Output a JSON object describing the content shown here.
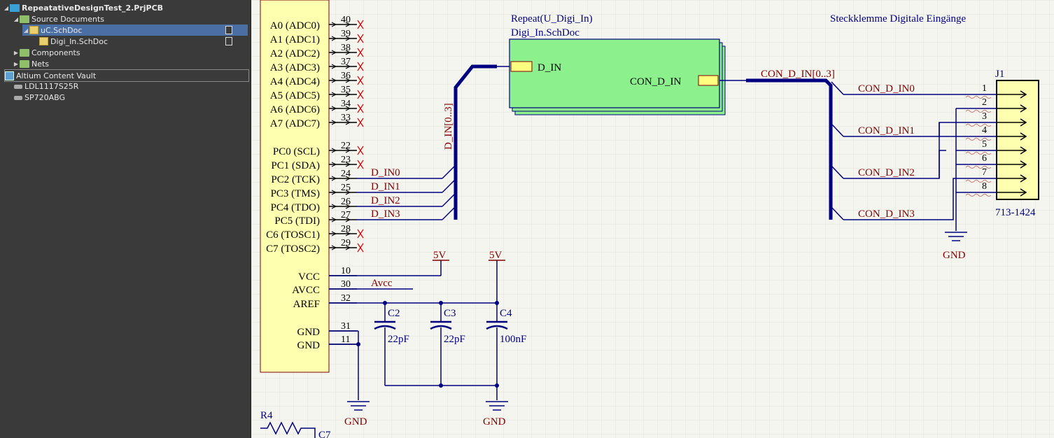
{
  "project_panel": {
    "project_name": "RepeatativeDesignTest_2.PrjPCB",
    "source_documents": "Source Documents",
    "uc_doc": "uC.SchDoc",
    "digi_doc": "Digi_In.SchDoc",
    "components": "Components",
    "nets": "Nets",
    "vault": "Altium Content Vault",
    "vault_items": [
      "LDL1117S25R",
      "SP720ABG"
    ]
  },
  "schematic": {
    "mcu_pins": [
      {
        "name": "A0 (ADC0)",
        "num": "40"
      },
      {
        "name": "A1 (ADC1)",
        "num": "39"
      },
      {
        "name": "A2 (ADC2)",
        "num": "38"
      },
      {
        "name": "A3 (ADC3)",
        "num": "37"
      },
      {
        "name": "A4 (ADC4)",
        "num": "36"
      },
      {
        "name": "A5 (ADC5)",
        "num": "35"
      },
      {
        "name": "A6 (ADC6)",
        "num": "34"
      },
      {
        "name": "A7 (ADC7)",
        "num": "33"
      },
      {
        "name": "PC0 (SCL)",
        "num": "22"
      },
      {
        "name": "PC1 (SDA)",
        "num": "23"
      },
      {
        "name": "PC2 (TCK)",
        "num": "24"
      },
      {
        "name": "PC3 (TMS)",
        "num": "25"
      },
      {
        "name": "PC4 (TDO)",
        "num": "26"
      },
      {
        "name": "PC5 (TDI)",
        "num": "27"
      },
      {
        "name": "C6 (TOSC1)",
        "num": "28"
      },
      {
        "name": "C7 (TOSC2)",
        "num": "29"
      },
      {
        "name": "VCC",
        "num": "10"
      },
      {
        "name": "AVCC",
        "num": "30"
      },
      {
        "name": "AREF",
        "num": "32"
      },
      {
        "name": "GND",
        "num": "31"
      },
      {
        "name": "GND",
        "num": "11"
      }
    ],
    "din_nets": [
      "D_IN0",
      "D_IN1",
      "D_IN2",
      "D_IN3"
    ],
    "din_bus": "D_IN[0..3]",
    "sheet_title": "Repeat(U_Digi_In)",
    "sheet_file": "Digi_In.SchDoc",
    "sheet_port_in": "D_IN",
    "sheet_port_out": "CON_D_IN",
    "con_bus": "CON_D_IN[0..3]",
    "con_nets": [
      "CON_D_IN0",
      "CON_D_IN1",
      "CON_D_IN2",
      "CON_D_IN3"
    ],
    "connector_caption": "Steckklemme Digitale Eingänge",
    "connector_designator": "J1",
    "connector_part": "713-1424",
    "connector_pins": [
      "1",
      "2",
      "3",
      "4",
      "5",
      "6",
      "7",
      "8"
    ],
    "power_5v": "5V",
    "avcc_net": "Avcc",
    "caps": [
      {
        "ref": "C2",
        "val": "22pF"
      },
      {
        "ref": "C3",
        "val": "22pF"
      },
      {
        "ref": "C4",
        "val": "100nF"
      }
    ],
    "gnd": "GND",
    "r4": "R4",
    "c7": "C7"
  },
  "colors": {
    "panel_bg": "#3a3a3a",
    "selection": "#4a6fa5",
    "wire": "#000080",
    "net_label": "#800000",
    "sheet_fill": "#8cf08c",
    "port_fill": "#ffff80",
    "part_fill": "#ffffb0",
    "canvas": "#f5f5ef"
  }
}
